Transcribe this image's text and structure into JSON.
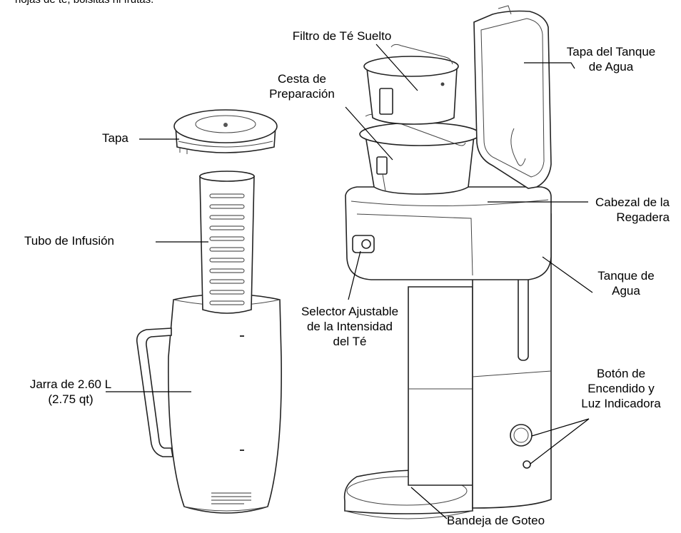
{
  "top_note": "hojas de té, bolsitas ni frutas.",
  "labels": {
    "filtro": "Filtro de Té Suelto",
    "cesta": "Cesta de\nPreparación",
    "tapa_tanque": "Tapa del Tanque\nde Agua",
    "tapa": "Tapa",
    "cabezal": "Cabezal de la\nRegadera",
    "tubo": "Tubo de Infusión",
    "tanque": "Tanque de\nAgua",
    "selector": "Selector Ajustable\nde la Intensidad\ndel Té",
    "boton": "Botón de\nEncendido y\nLuz Indicadora",
    "jarra": "Jarra de 2.60 L\n(2.75 qt)",
    "bandeja": "Bandeja de Goteo"
  }
}
